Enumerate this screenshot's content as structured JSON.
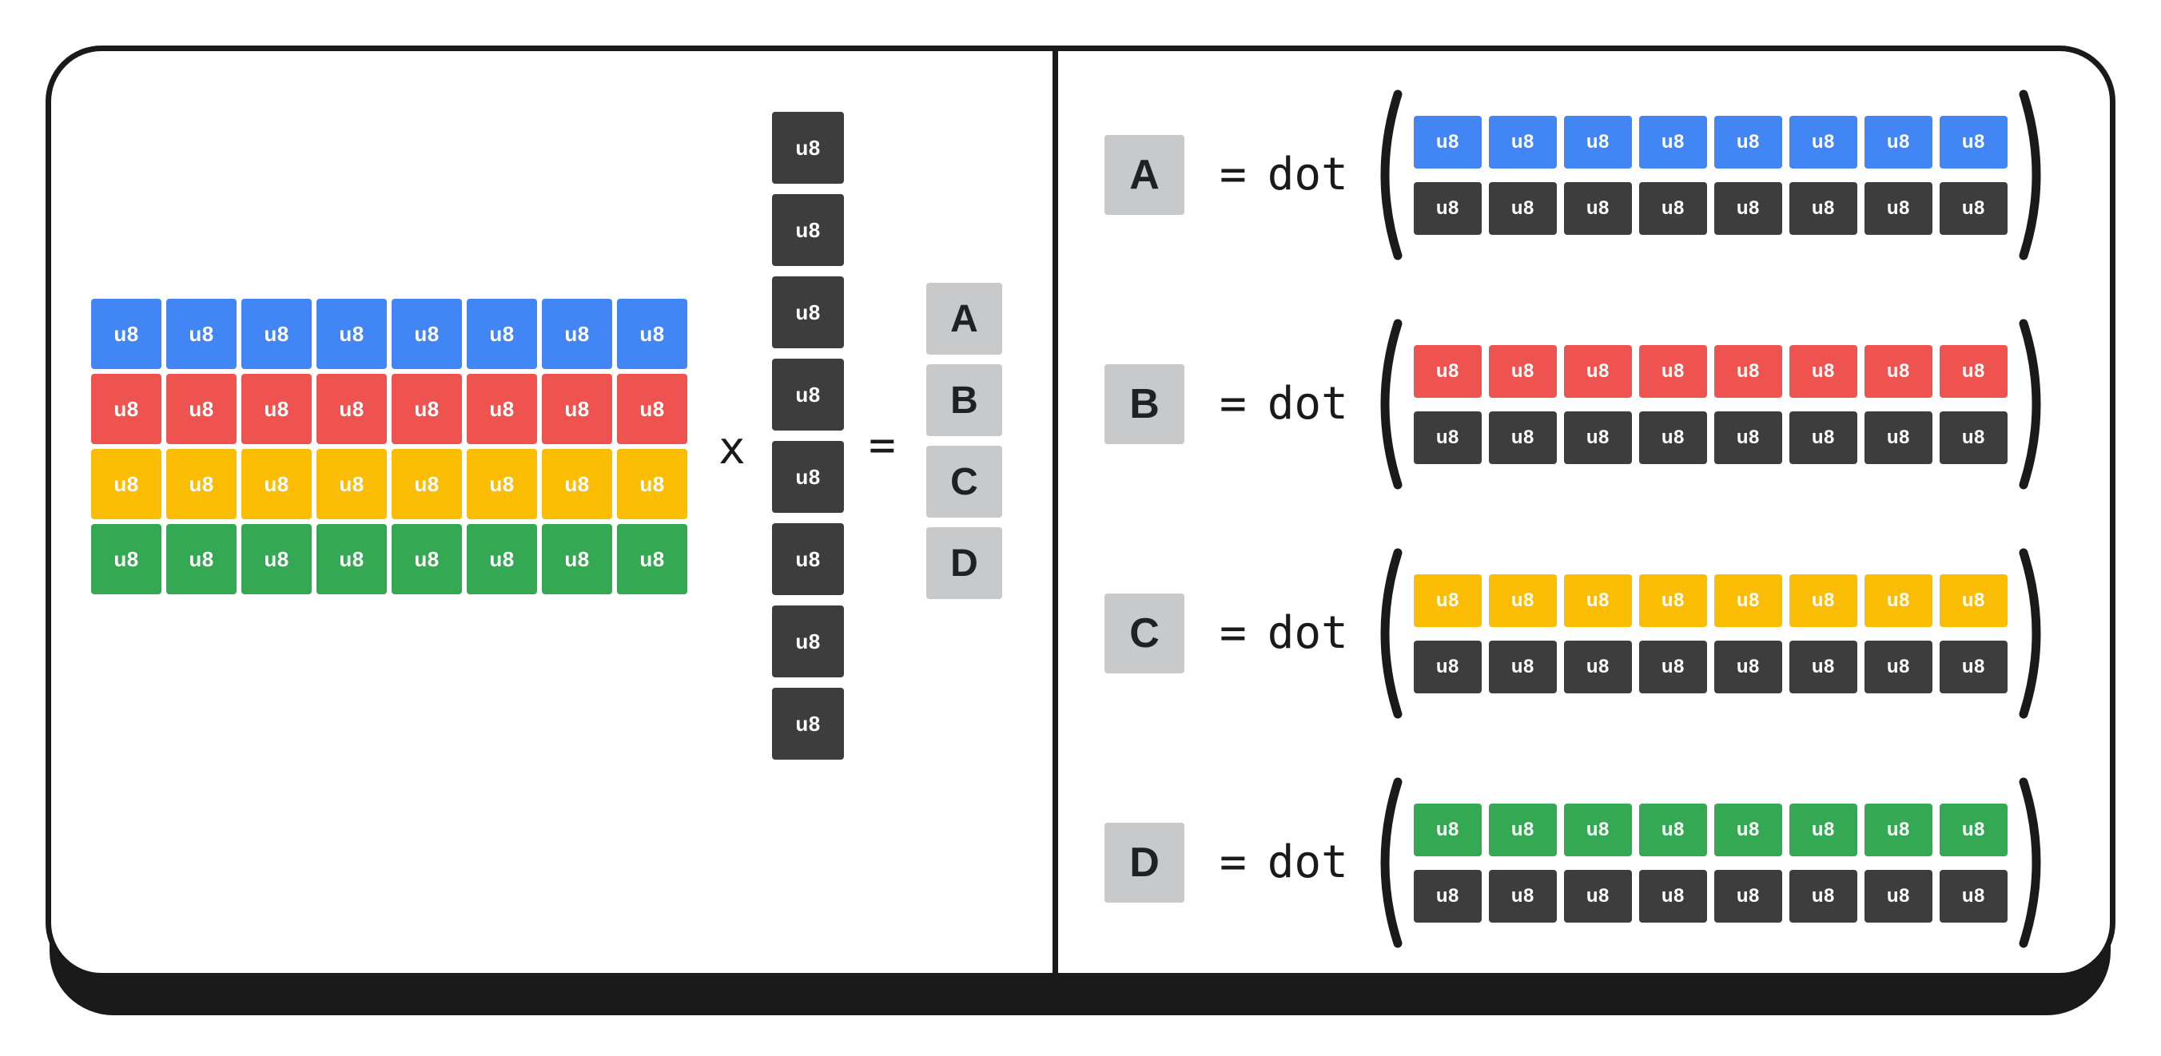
{
  "cell_label": "u8",
  "operators": {
    "times": "x",
    "equals": "=",
    "dot": "dot"
  },
  "palette": {
    "blue": "#4285f4",
    "red": "#ef5350",
    "yellow": "#fbbc04",
    "green": "#34a853",
    "dark": "#3d3d3d",
    "light_gray": "#c7c9cb",
    "ink": "#1a1a1a"
  },
  "matrix": {
    "cols": 8,
    "rows": [
      {
        "color": "blue"
      },
      {
        "color": "red"
      },
      {
        "color": "yellow"
      },
      {
        "color": "green"
      }
    ]
  },
  "vector": {
    "count": 8,
    "color": "dark"
  },
  "result": {
    "labels": [
      "A",
      "B",
      "C",
      "D"
    ]
  },
  "dot_products": [
    {
      "label": "A",
      "row_color": "blue",
      "vector_color": "dark"
    },
    {
      "label": "B",
      "row_color": "red",
      "vector_color": "dark"
    },
    {
      "label": "C",
      "row_color": "yellow",
      "vector_color": "dark"
    },
    {
      "label": "D",
      "row_color": "green",
      "vector_color": "dark"
    }
  ]
}
